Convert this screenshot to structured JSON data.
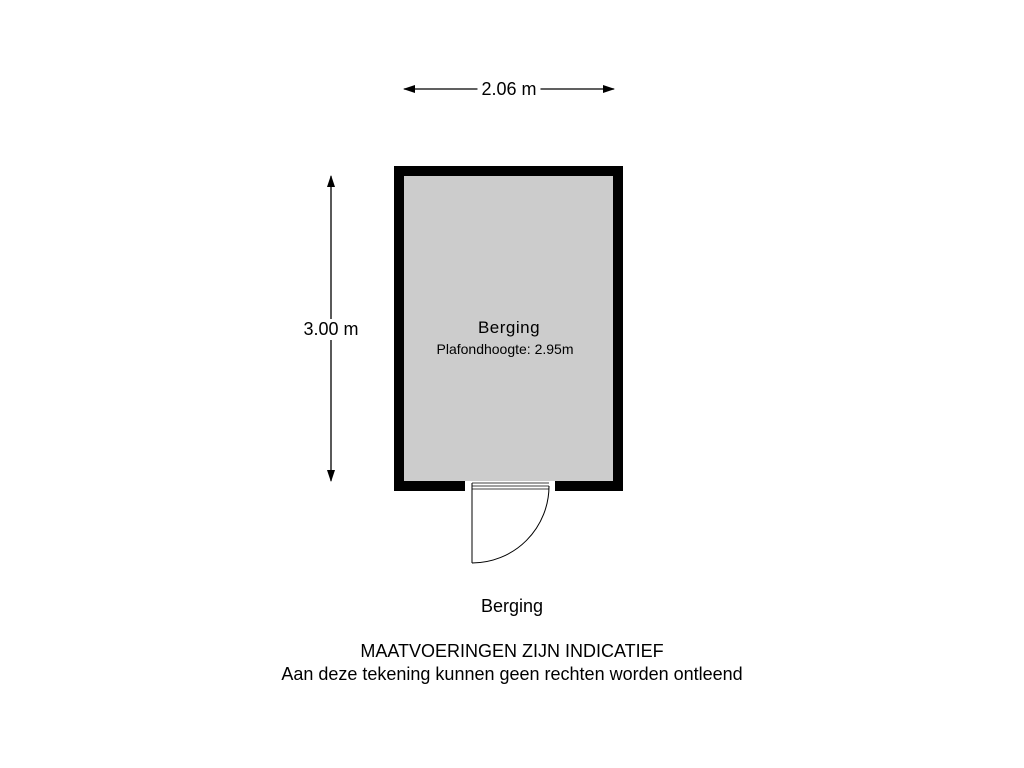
{
  "dimensions": {
    "width": "2.06 m",
    "height": "3.00 m"
  },
  "room": {
    "name": "Berging",
    "ceiling": "Plafondhoogte: 2.95m"
  },
  "floor_label": "Berging",
  "disclaimer": {
    "line1": "MAATVOERINGEN ZIJN INDICATIEF",
    "line2": "Aan deze tekening kunnen geen rechten worden ontleend"
  },
  "colors": {
    "wall": "#000000",
    "floor": "#cccccc"
  }
}
